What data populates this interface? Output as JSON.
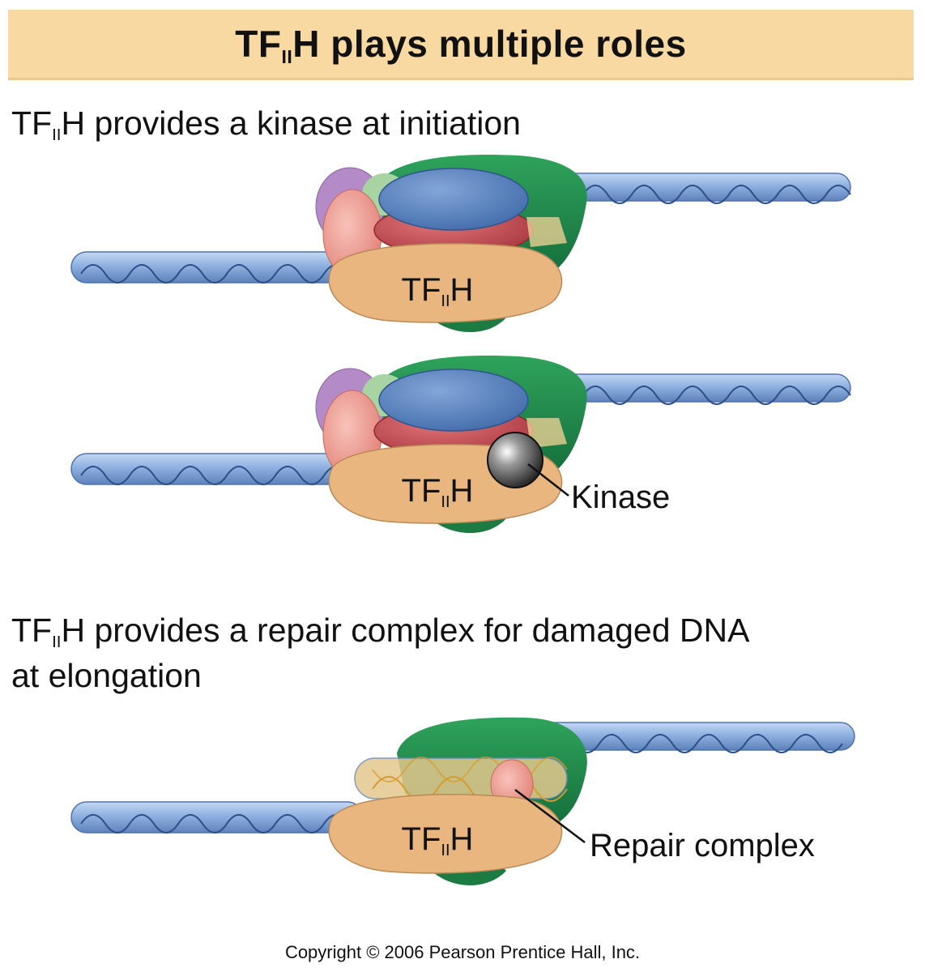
{
  "title": {
    "prefix": "TF",
    "sub": "II",
    "suffix": "H plays multiple roles"
  },
  "section1": {
    "prefix": "TF",
    "sub": "II",
    "suffix": "H provides a kinase at initiation"
  },
  "section2": {
    "prefix": "TF",
    "sub": "II",
    "suffix": "H provides a repair complex for damaged DNA",
    "line2": "at elongation"
  },
  "tf_label": {
    "prefix": "TF",
    "sub": "II",
    "suffix": "H"
  },
  "labels": {
    "kinase": "Kinase",
    "repair": "Repair complex"
  },
  "copyright": "Copyright © 2006 Pearson Prentice Hall, Inc.",
  "colors": {
    "banner": "#f7d9a1",
    "dna": "#8fb1e0",
    "tfiih": "#e8b67e",
    "green": "#1f8a4c",
    "blue": "#5b83c0",
    "red": "#c64a50",
    "pink": "#ee9a90",
    "purple": "#b48ac7",
    "mint": "#a7d4a2",
    "kinase": "#555555"
  }
}
